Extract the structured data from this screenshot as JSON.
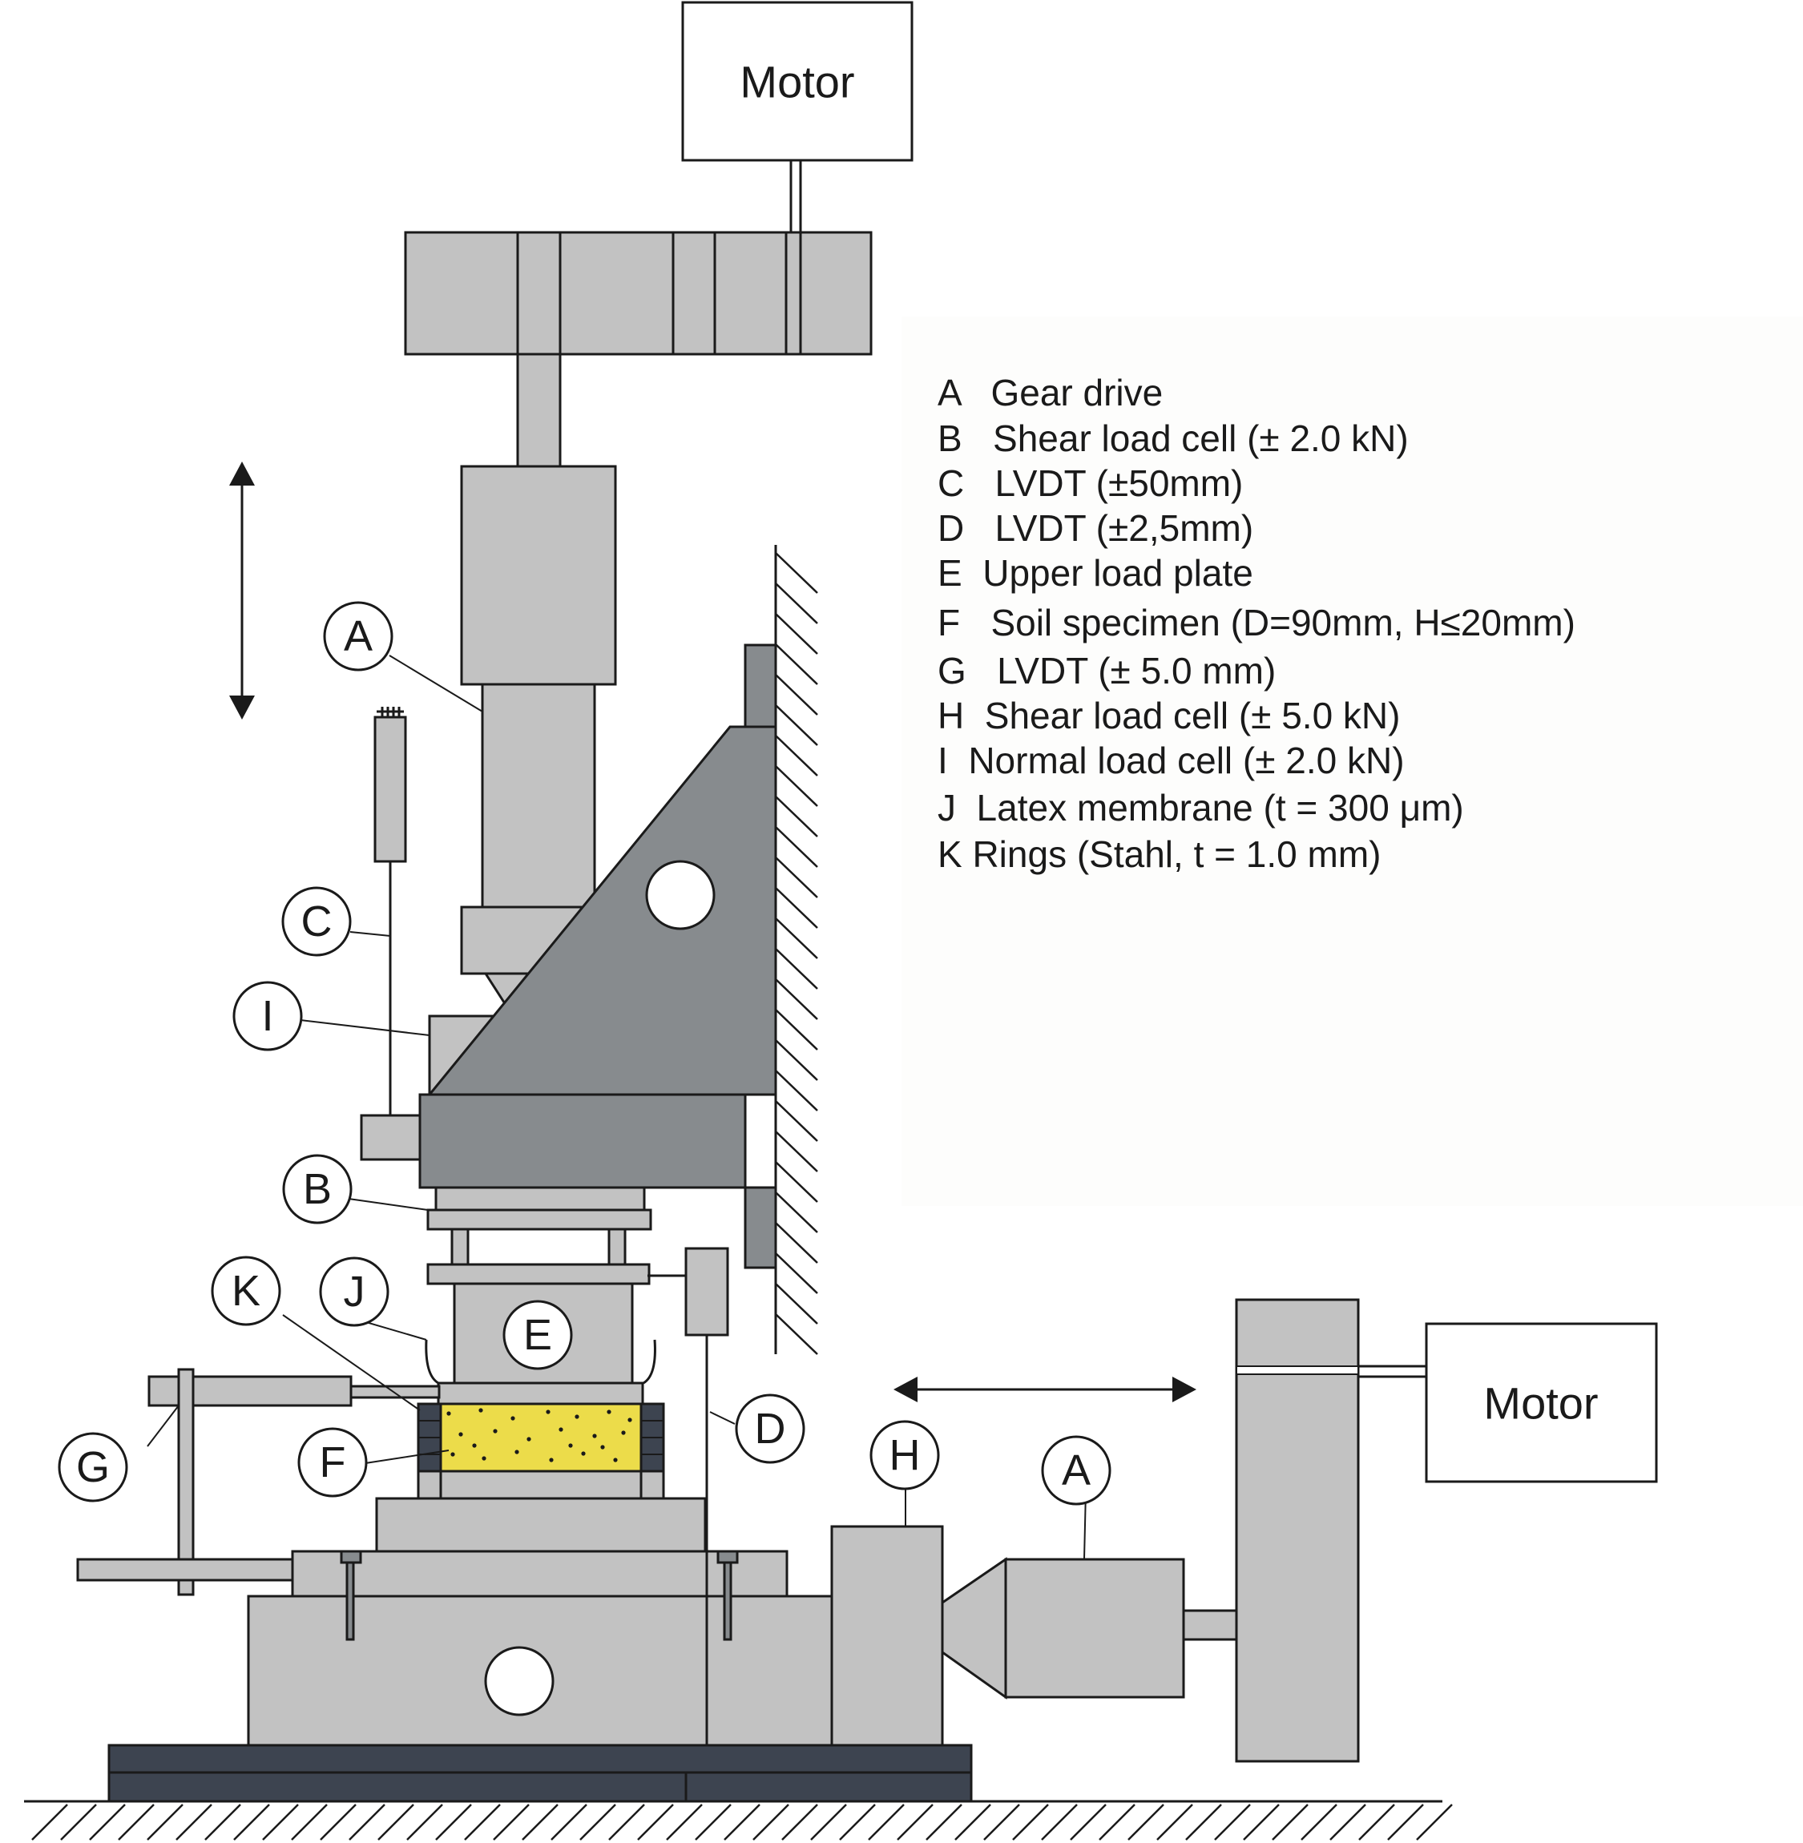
{
  "motors": {
    "top": "Motor",
    "right": "Motor"
  },
  "legend": [
    "A   Gear drive",
    "B   Shear load cell (± 2.0 kN)",
    "C   LVDT (±50mm)",
    "D   LVDT (±2,5mm)",
    "E  Upper load plate",
    "F   Soil specimen (D=90mm, H≤20mm)",
    "G   LVDT (± 5.0 mm)",
    "H  Shear load cell (± 5.0 kN)",
    "I  Normal load cell (± 2.0 kN)",
    "J  Latex membrane (t = 300 μm)",
    "K Rings (Stahl, t = 1.0 mm)"
  ],
  "callouts": {
    "a_top": "A",
    "a_right": "A",
    "b": "B",
    "c": "C",
    "d": "D",
    "e": "E",
    "f": "F",
    "g": "G",
    "h": "H",
    "i": "I",
    "j": "J",
    "k": "K"
  },
  "colors": {
    "light_gray": "#c2c2c2",
    "medium_gray": "#878b8e",
    "dark_base": "#3d4450",
    "specimen_yellow": "#ecdc4a"
  }
}
